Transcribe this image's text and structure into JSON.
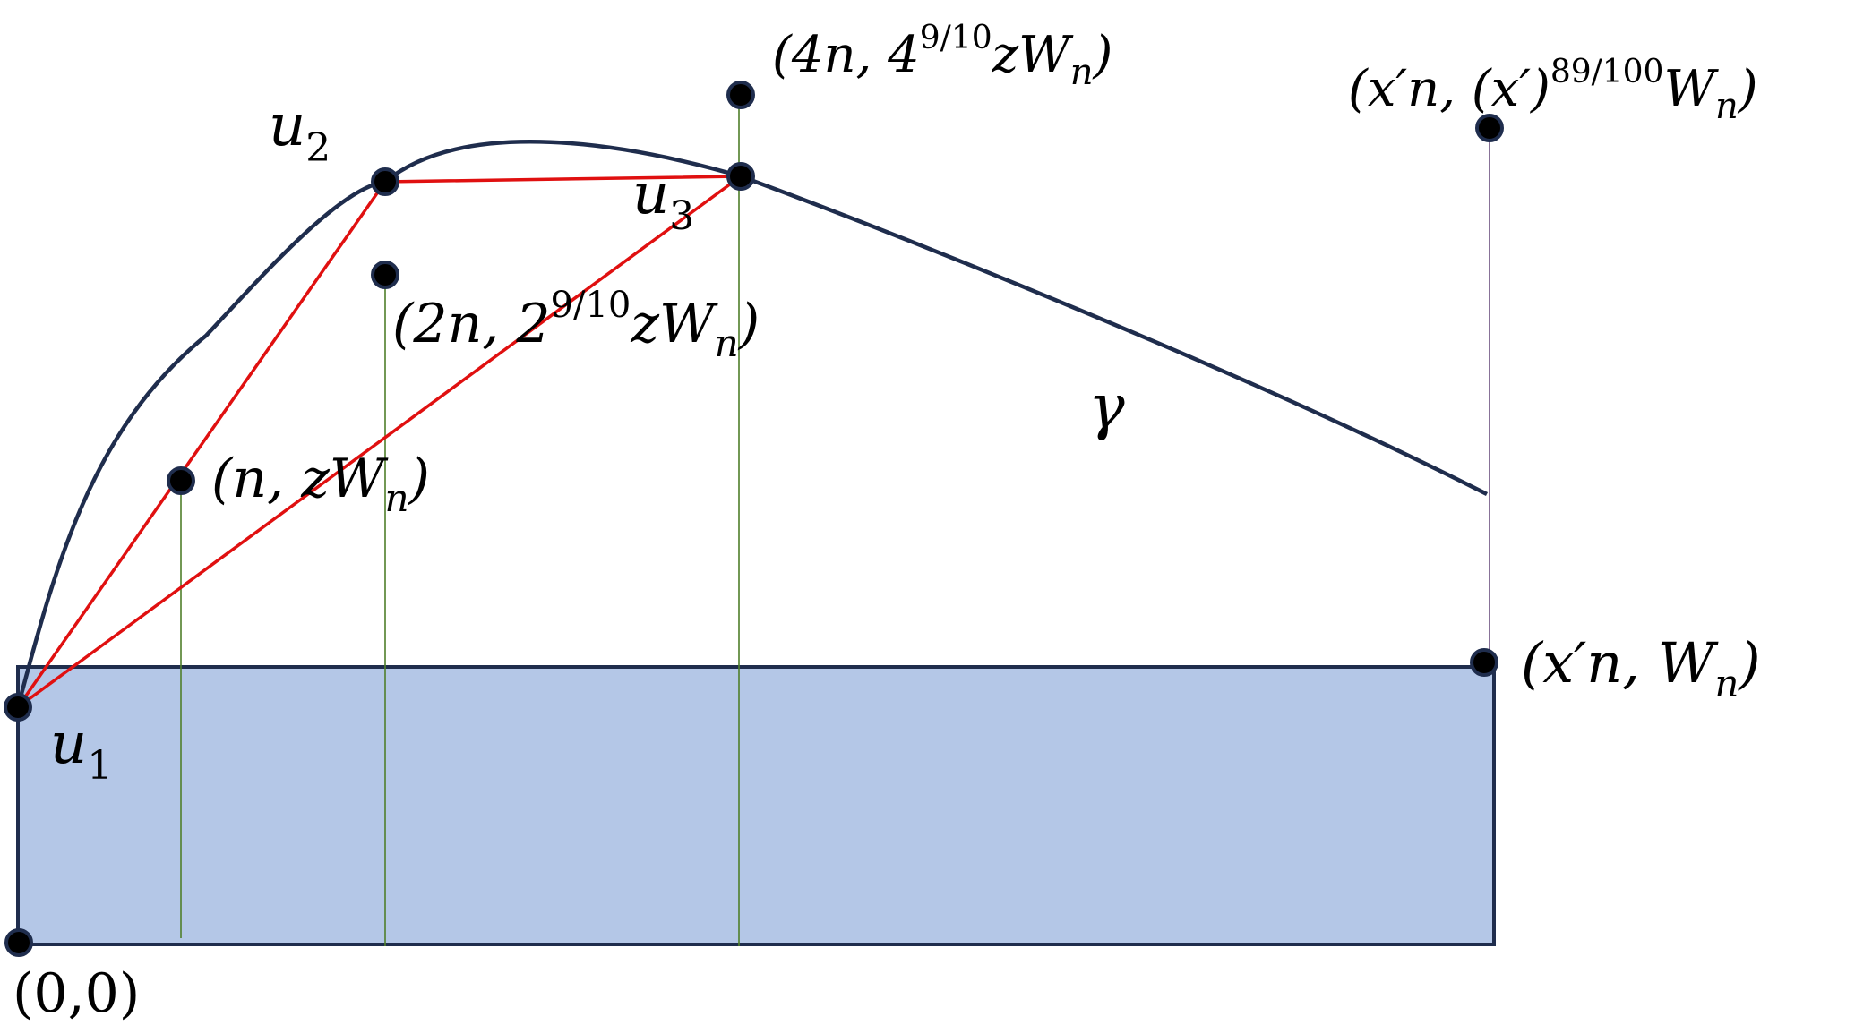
{
  "colors": {
    "region_fill": "#b4c7e7",
    "region_stroke": "#1f2d4d",
    "curve": "#1f2d4d",
    "polyline": "#e01010",
    "verticals": "#4f7f2a",
    "right_vertical": "#6b4f7f",
    "points": "#000000"
  },
  "labels": {
    "origin": "(0,0)",
    "u1_base": "u",
    "u1_sub": "1",
    "u2_base": "u",
    "u2_sub": "2",
    "u3_base": "u",
    "u3_sub": "3",
    "gamma": "γ",
    "p_n_open": "(n, zW",
    "p_n_sub": "n",
    "p_n_close": ")",
    "p_2n_open": "(2n, 2",
    "p_2n_sup": "9/10",
    "p_2n_mid": "zW",
    "p_2n_sub": "n",
    "p_2n_close": ")",
    "p_4n_open": "(4n, 4",
    "p_4n_sup": "9/10",
    "p_4n_mid": "zW",
    "p_4n_sub": "n",
    "p_4n_close": ")",
    "p_xw_open": "(x′n, W",
    "p_xw_sub": "n",
    "p_xw_close": ")",
    "p_xtop_open": "(x′n, (x′)",
    "p_xtop_sup": "89/100",
    "p_xtop_mid": "W",
    "p_xtop_sub": "n",
    "p_xtop_close": ")"
  }
}
